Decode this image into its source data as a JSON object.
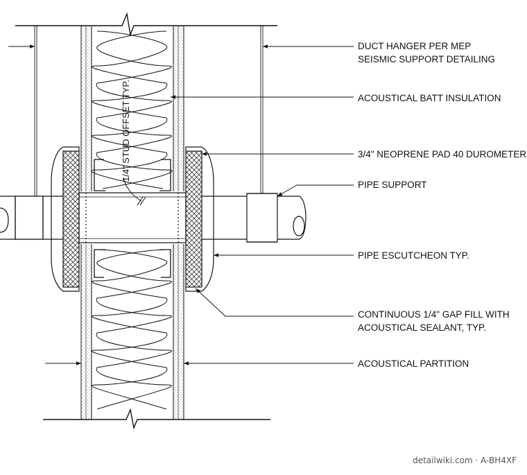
{
  "labels": {
    "duct_hanger_1": "DUCT HANGER PER MEP",
    "duct_hanger_2": "SEISMIC SUPPORT DETAILING",
    "batt": "ACOUSTICAL BATT INSULATION",
    "neoprene": "3/4\" NEOPRENE PAD 40 DUROMETER",
    "pipe_support": "PIPE SUPPORT",
    "escutcheon": "PIPE ESCUTCHEON TYP.",
    "gap_fill_1": "CONTINUOUS 1/4\" GAP FILL WITH",
    "gap_fill_2": "ACOUSTICAL SEALANT, TYP.",
    "partition": "ACOUSTICAL PARTITION"
  },
  "stud_offset": "1/4\" STUD OFFSET TYP.",
  "watermark": "detailwiki.com · A-BH4XF"
}
